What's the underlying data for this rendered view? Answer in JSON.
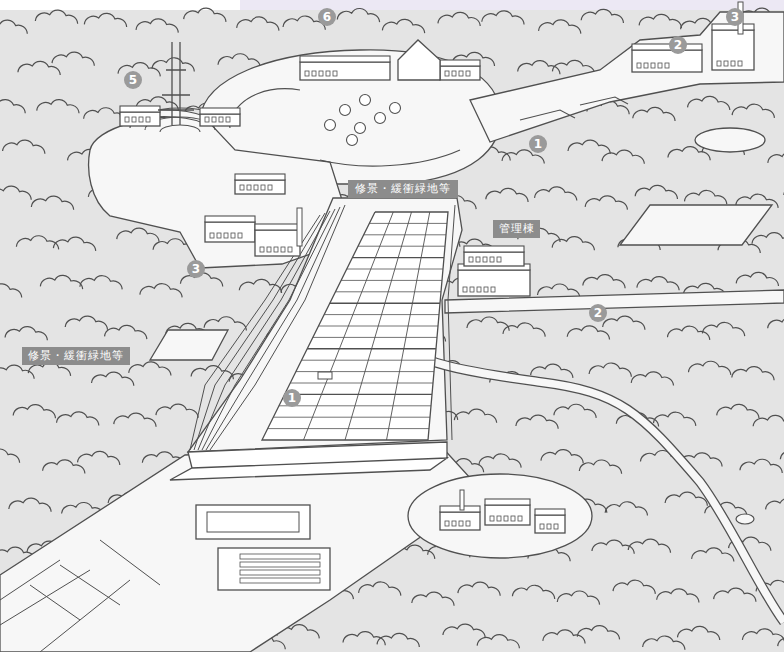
{
  "diagram": {
    "nodes": [
      {
        "text": [
          "修景・緩衝緑地等"
        ]
      },
      {
        "text": [
          "管理棟"
        ]
      },
      {
        "text": [
          "修景・緩衝緑地等"
        ]
      }
    ],
    "labels": [
      "6",
      "2",
      "3",
      "5",
      "1",
      "3",
      "2",
      "1"
    ]
  }
}
